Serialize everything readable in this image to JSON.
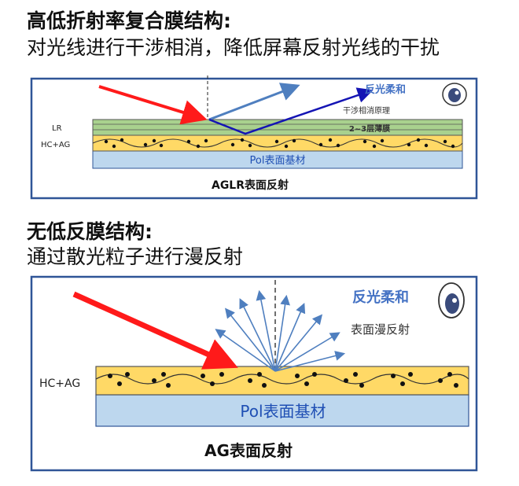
{
  "section1": {
    "heading": "高低折射率复合膜结构:",
    "subheading": "对光线进行干涉相消，降低屏幕反射光线的干扰",
    "diagram": {
      "label_soft_light": "反光柔和",
      "label_interference": "干涉相消原理",
      "label_film": "2~3层薄膜",
      "label_lr": "LR",
      "label_hcag": "HC+AG",
      "label_substrate": "Pol表面基材",
      "caption": "AGLR表面反射"
    }
  },
  "section2": {
    "heading": "无低反膜结构:",
    "subheading": "通过散光粒子进行漫反射",
    "diagram": {
      "label_soft_light": "反光柔和",
      "label_diffuse": "表面漫反射",
      "label_hcag": "HC+AG",
      "label_substrate": "Pol表面基材",
      "caption": "AG表面反射"
    }
  },
  "colors": {
    "frame": "#2f5597",
    "incident_arrow": "#ff1a1a",
    "reflect_arrow_light": "#4f7fbf",
    "reflect_arrow_dark": "#1414b4",
    "label_blue": "#4472c4",
    "film_green": "#a9d18e",
    "hc_layer": "#ffd966",
    "substrate": "#bdd7ee"
  }
}
